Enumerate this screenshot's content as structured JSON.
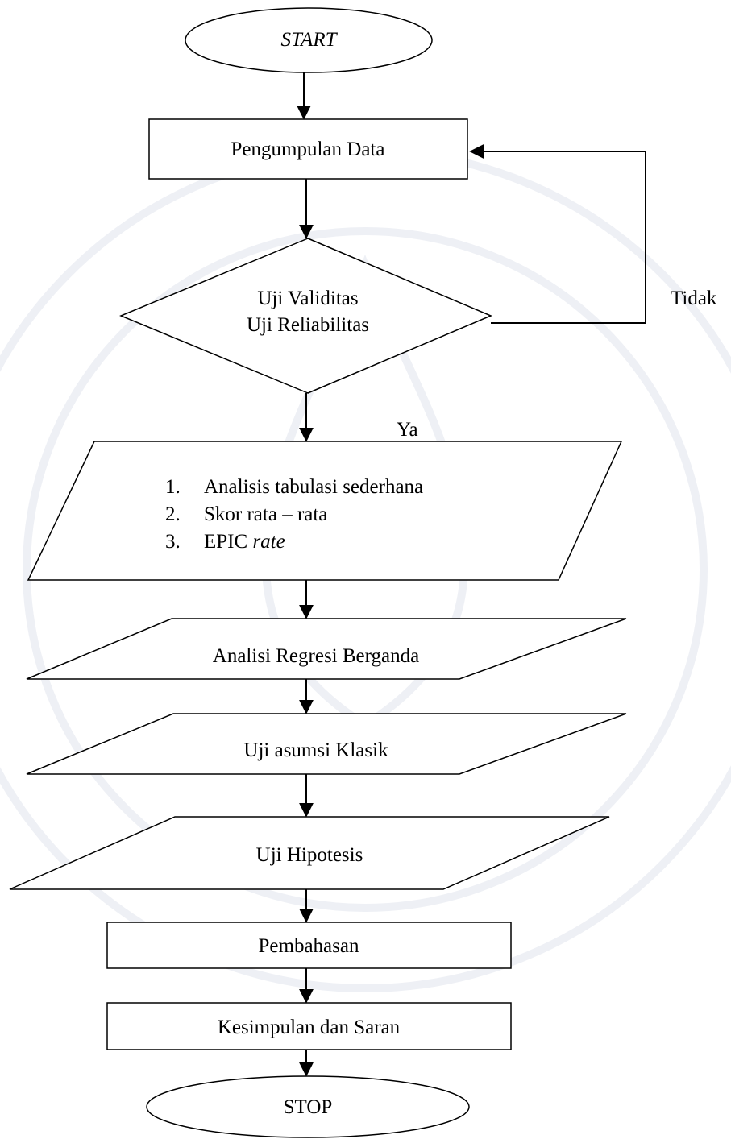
{
  "flowchart": {
    "start": {
      "label": "START"
    },
    "collect": {
      "label": "Pengumpulan Data"
    },
    "test": {
      "lines": [
        "Uji Validitas",
        "Uji Reliabilitas"
      ]
    },
    "no_label": "Tidak",
    "yes_label": "Ya",
    "analysis": {
      "items": [
        {
          "num": "1.",
          "text": "Analisis tabulasi sederhana",
          "suffix": ""
        },
        {
          "num": "2.",
          "text": "Skor rata – rata",
          "suffix": ""
        },
        {
          "num": "3.",
          "text": "EPIC ",
          "suffix": "rate"
        }
      ]
    },
    "regression": {
      "label": "Analisi Regresi Berganda"
    },
    "classic": {
      "label": "Uji asumsi Klasik"
    },
    "hypothesis": {
      "label": "Uji Hipotesis"
    },
    "discussion": {
      "label": "Pembahasan"
    },
    "conclusion": {
      "label": "Kesimpulan dan Saran"
    },
    "stop": {
      "label": "STOP"
    }
  },
  "colors": {
    "stroke": "#000000",
    "fill": "#ffffff",
    "watermark": "#eef0f5"
  }
}
